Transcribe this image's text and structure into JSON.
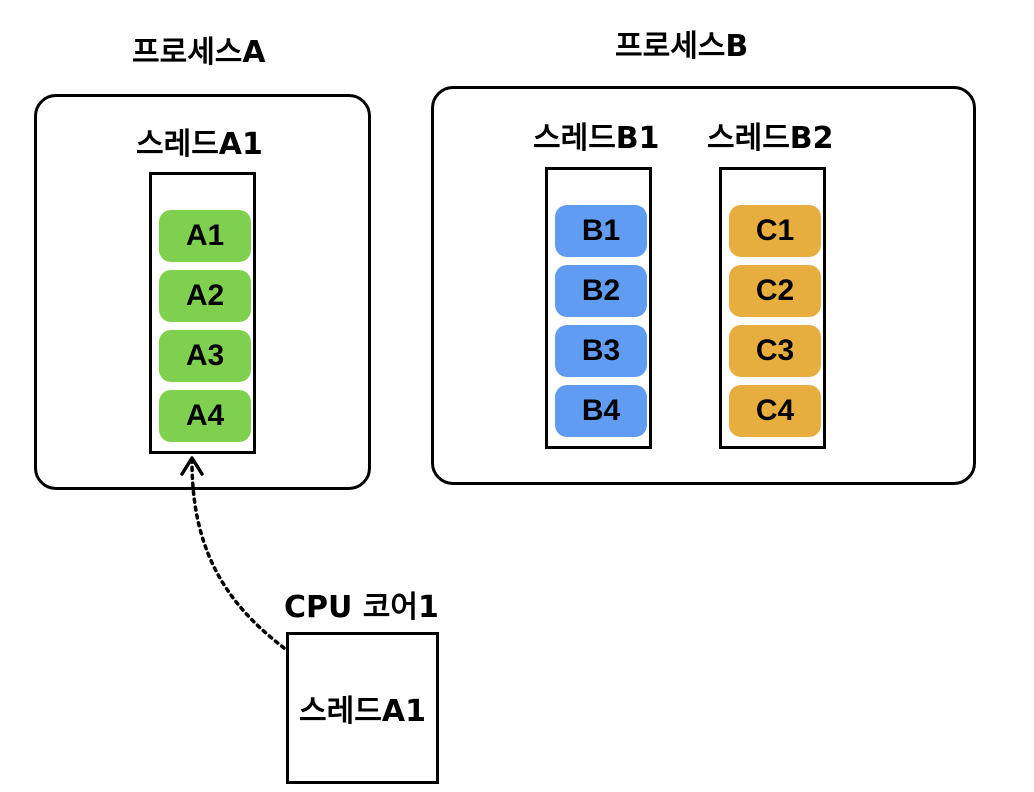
{
  "process_a": {
    "title": "프로세스A",
    "thread": {
      "title": "스레드A1",
      "tasks": [
        "A1",
        "A2",
        "A3",
        "A4"
      ]
    }
  },
  "process_b": {
    "title": "프로세스B",
    "threads": [
      {
        "title": "스레드B1",
        "tasks": [
          "B1",
          "B2",
          "B3",
          "B4"
        ]
      },
      {
        "title": "스레드B2",
        "tasks": [
          "C1",
          "C2",
          "C3",
          "C4"
        ]
      }
    ]
  },
  "cpu": {
    "title": "CPU 코어1",
    "running": "스레드A1"
  },
  "colors": {
    "thread_a1_tasks": "#7fd04e",
    "thread_b1_tasks": "#5f9cf2",
    "thread_b2_tasks": "#e8ad3f"
  }
}
